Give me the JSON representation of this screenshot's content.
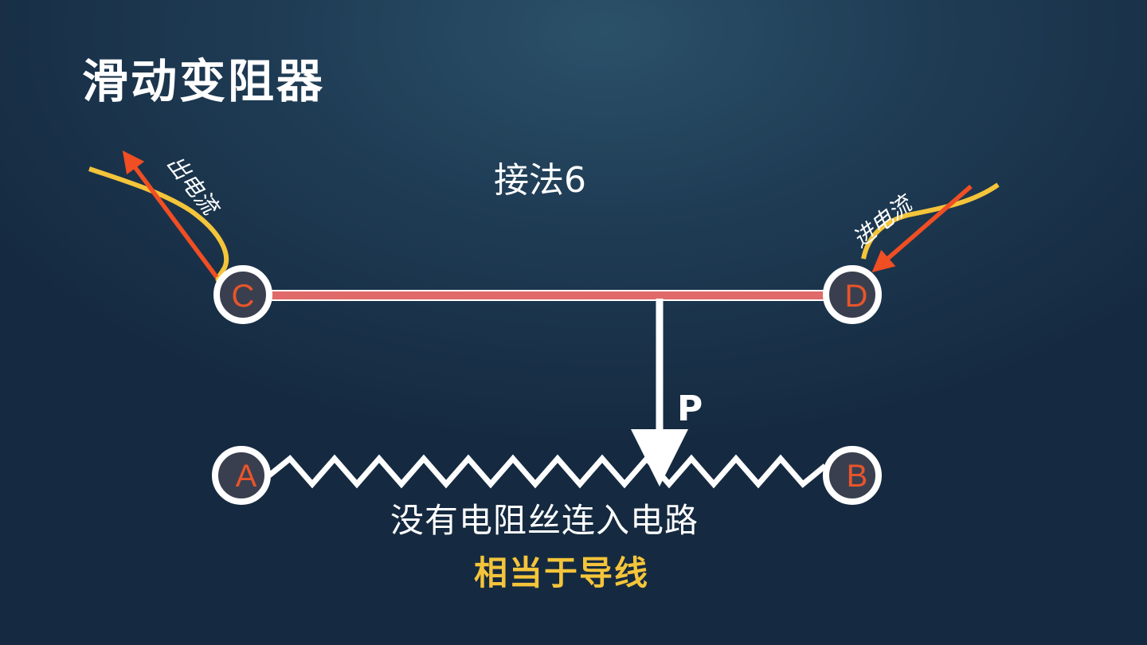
{
  "title": "滑动变阻器",
  "method_label": "接法6",
  "slider_label": "P",
  "terminals": {
    "a": "A",
    "b": "B",
    "c": "C",
    "d": "D"
  },
  "flow_notes": {
    "out": "出电流",
    "in": "进电流"
  },
  "captions": {
    "line1": "没有电阻丝连入电路",
    "line2": "相当于导线"
  },
  "colors": {
    "background": "#1f3c55",
    "terminal_letter": "#e8552a",
    "top_bar": "#e06a6a",
    "wire": "#f4c43a",
    "current_arrow": "#f04e23",
    "highlight_caption": "#f4c43a"
  }
}
